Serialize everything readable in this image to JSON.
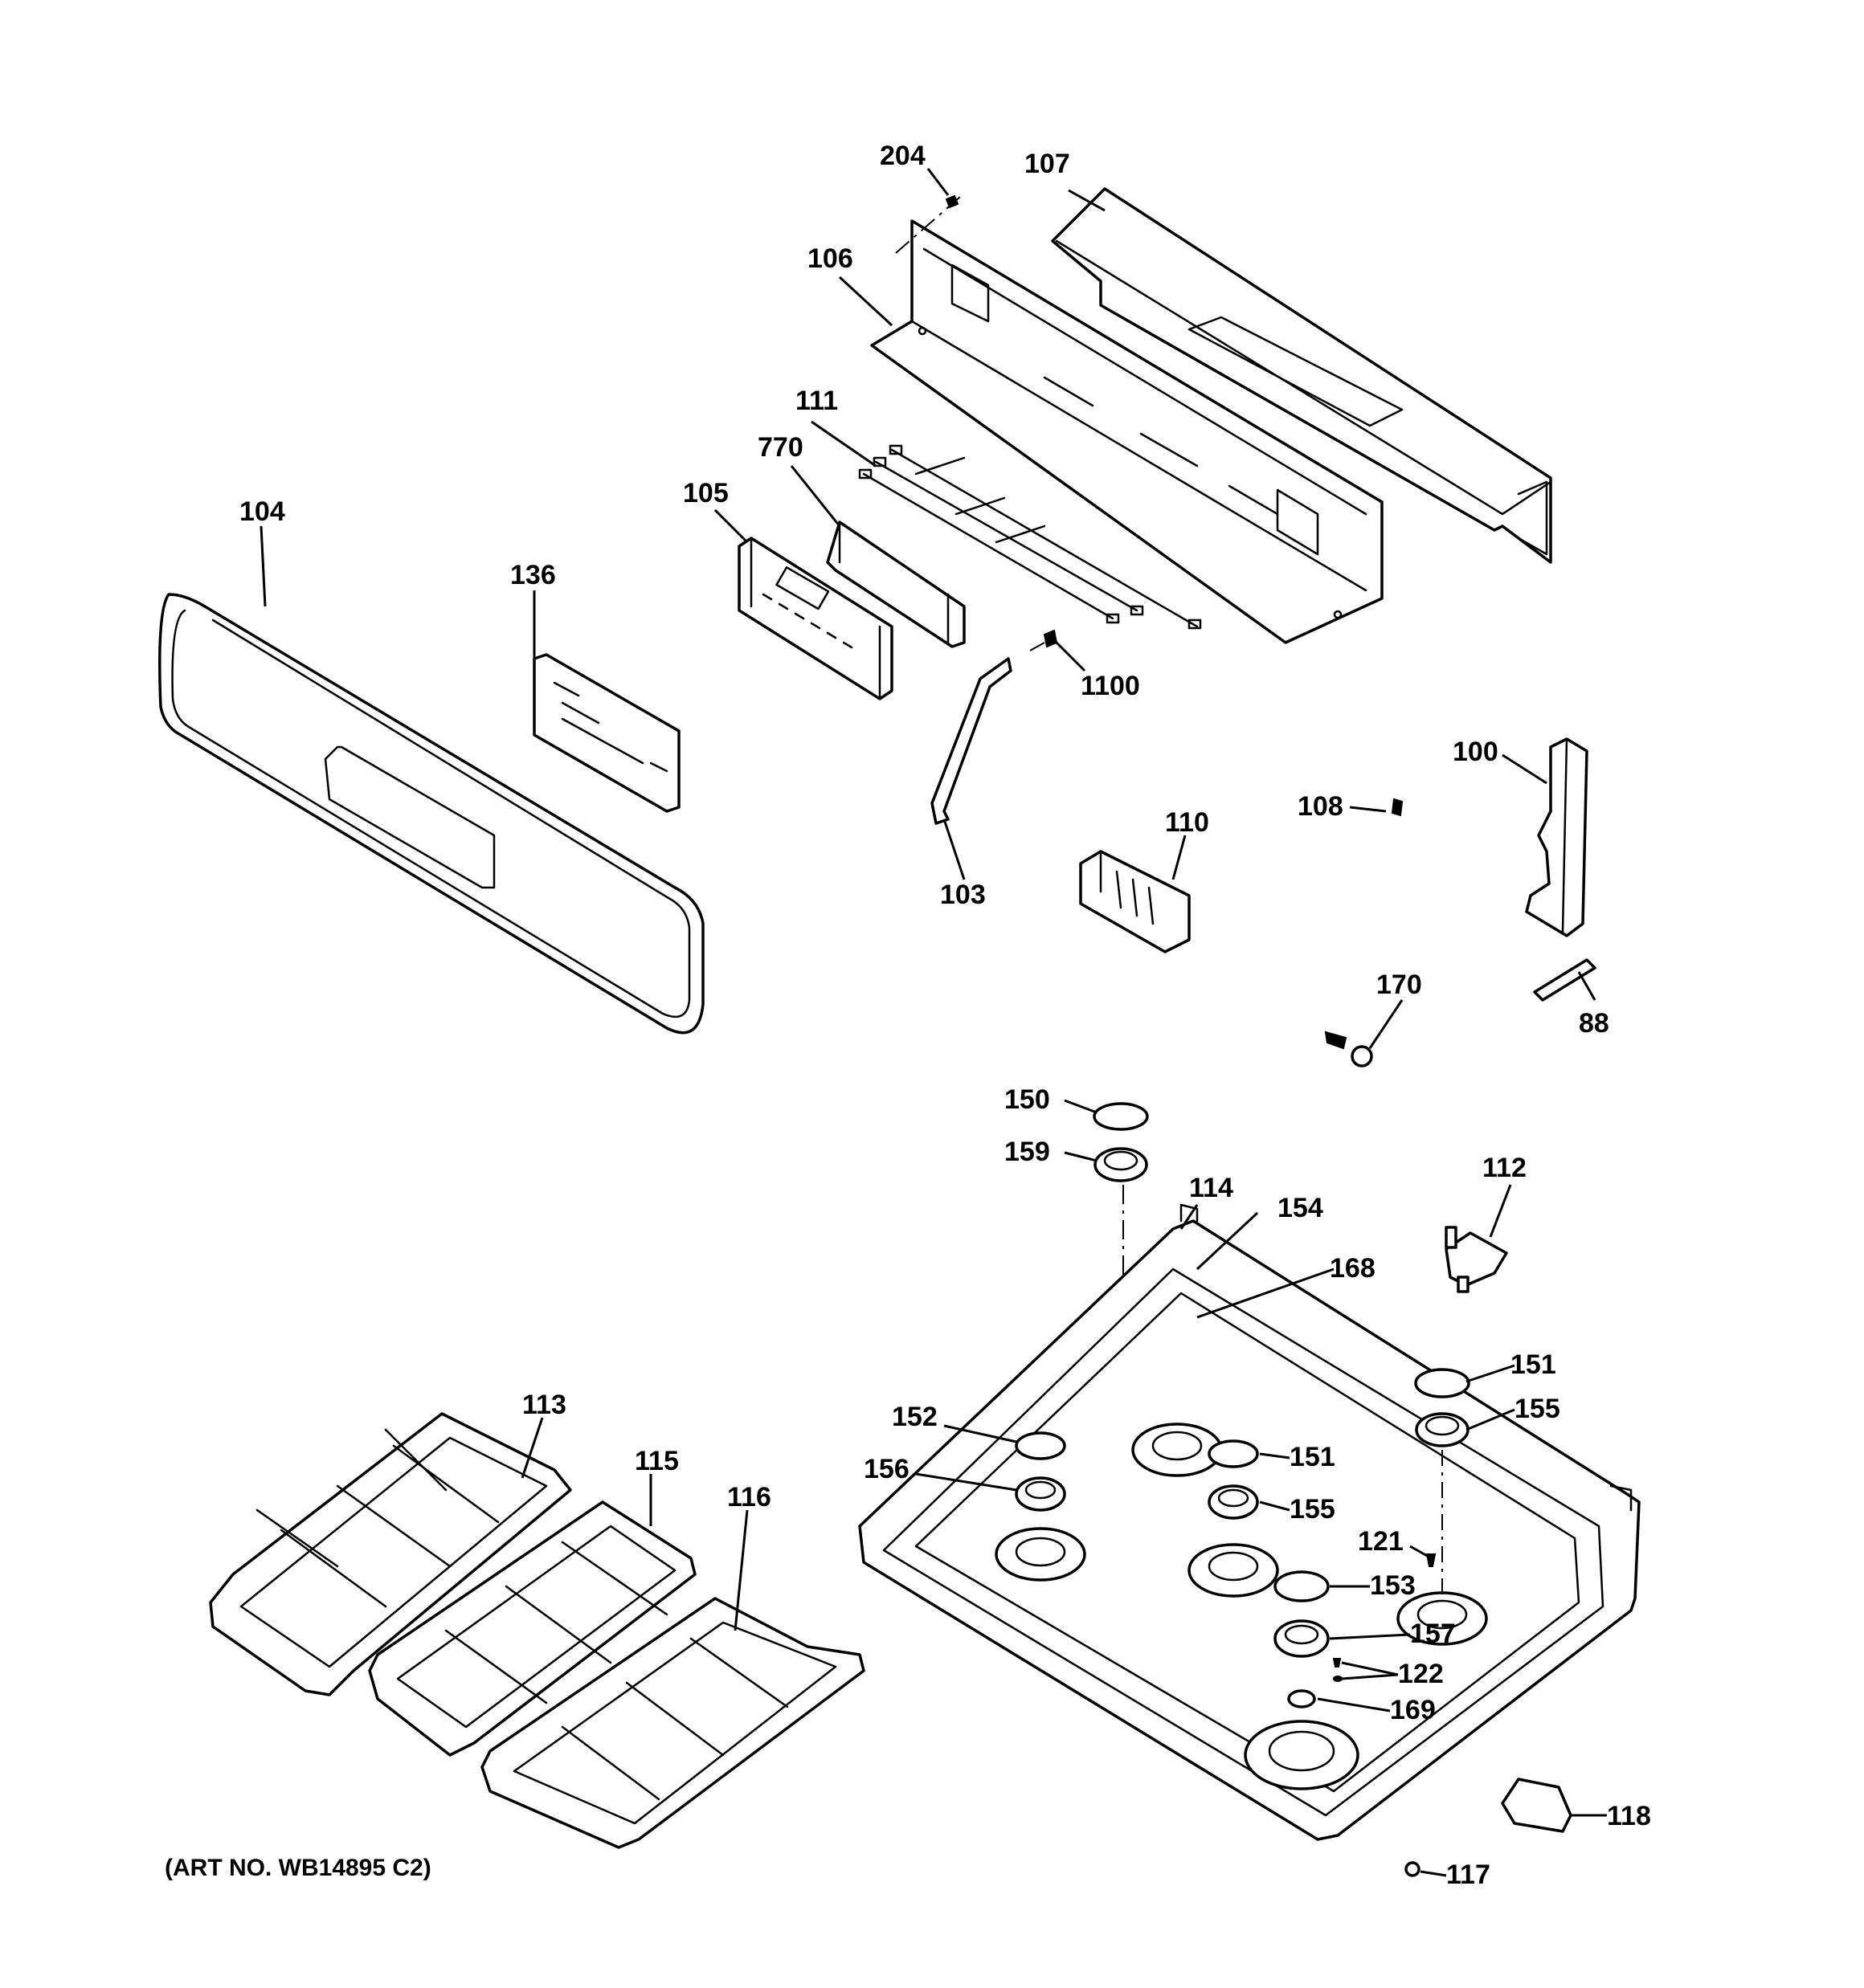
{
  "art_number": "(ART NO. WB14895 C2)",
  "callouts": {
    "c204": "204",
    "c107": "107",
    "c106": "106",
    "c111": "111",
    "c770": "770",
    "c105": "105",
    "c104": "104",
    "c136": "136",
    "c1100": "1100",
    "c100": "100",
    "c108": "108",
    "c110": "110",
    "c103": "103",
    "c170": "170",
    "c88": "88",
    "c150": "150",
    "c159": "159",
    "c114": "114",
    "c154": "154",
    "c112": "112",
    "c168": "168",
    "c151a": "151",
    "c155a": "155",
    "c152": "152",
    "c151b": "151",
    "c156": "156",
    "c155b": "155",
    "c121": "121",
    "c153": "153",
    "c157": "157",
    "c122": "122",
    "c169": "169",
    "c118": "118",
    "c117": "117",
    "c113": "113",
    "c115": "115",
    "c116": "116"
  }
}
